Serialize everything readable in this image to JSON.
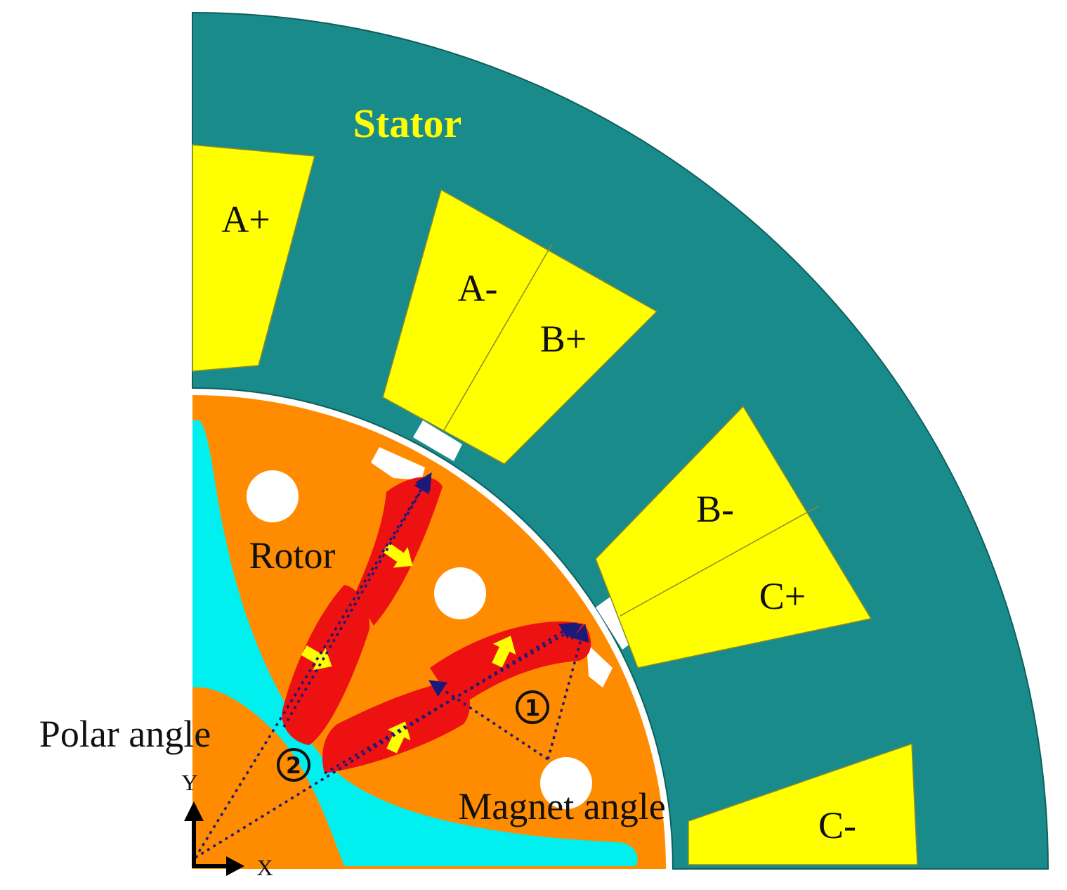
{
  "labels": {
    "stator": "Stator",
    "rotor": "Rotor",
    "polar_angle": "Polar angle",
    "magnet_angle": "Magnet angle",
    "axis_y": "Y",
    "axis_x": "X",
    "marker_1": "1",
    "marker_2": "2"
  },
  "slots": {
    "a_plus": "A+",
    "a_minus": "A-",
    "b_plus": "B+",
    "b_minus": "B-",
    "c_plus": "C+",
    "c_minus": "C-"
  },
  "colors": {
    "stator": "#1a8b8b",
    "winding": "#ffff00",
    "rotor": "#ff8c00",
    "shaft": "#00f0f0",
    "magnet": "#ee1111",
    "magnetization_arrow": "#ffff00",
    "dotted_vector": "#1a1a7a",
    "stator_label": "#ffff00"
  }
}
